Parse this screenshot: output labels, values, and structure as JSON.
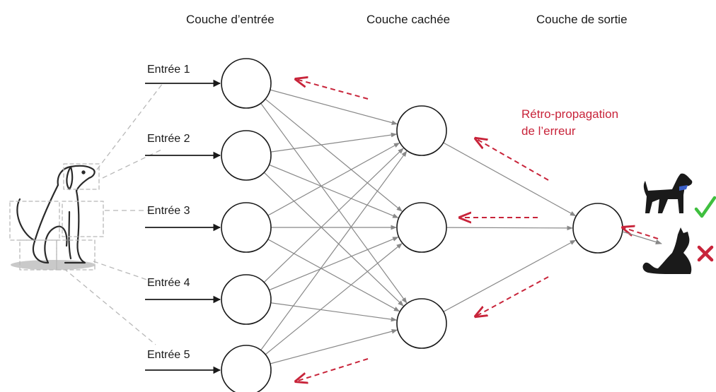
{
  "layers": {
    "input_title": "Couche d’entrée",
    "hidden_title": "Couche cachée",
    "output_title": "Couche de sortie"
  },
  "inputs": [
    "Entrée 1",
    "Entrée 2",
    "Entrée 3",
    "Entrée 4",
    "Entrée 5"
  ],
  "backprop": {
    "line1": "Rétro-propagation",
    "line2": "de l’erreur"
  },
  "colors": {
    "error": "#c8243a",
    "edge": "#888888",
    "dashed_guide": "#b8b8b8",
    "node_stroke": "#1a1a1a",
    "check": "#3fbf3f",
    "cross": "#c8243a",
    "silhouette": "#1a1a1a"
  },
  "icons": [
    "dog-sketch-icon",
    "dog-silhouette-icon",
    "cat-silhouette-icon",
    "check-icon",
    "cross-icon"
  ]
}
